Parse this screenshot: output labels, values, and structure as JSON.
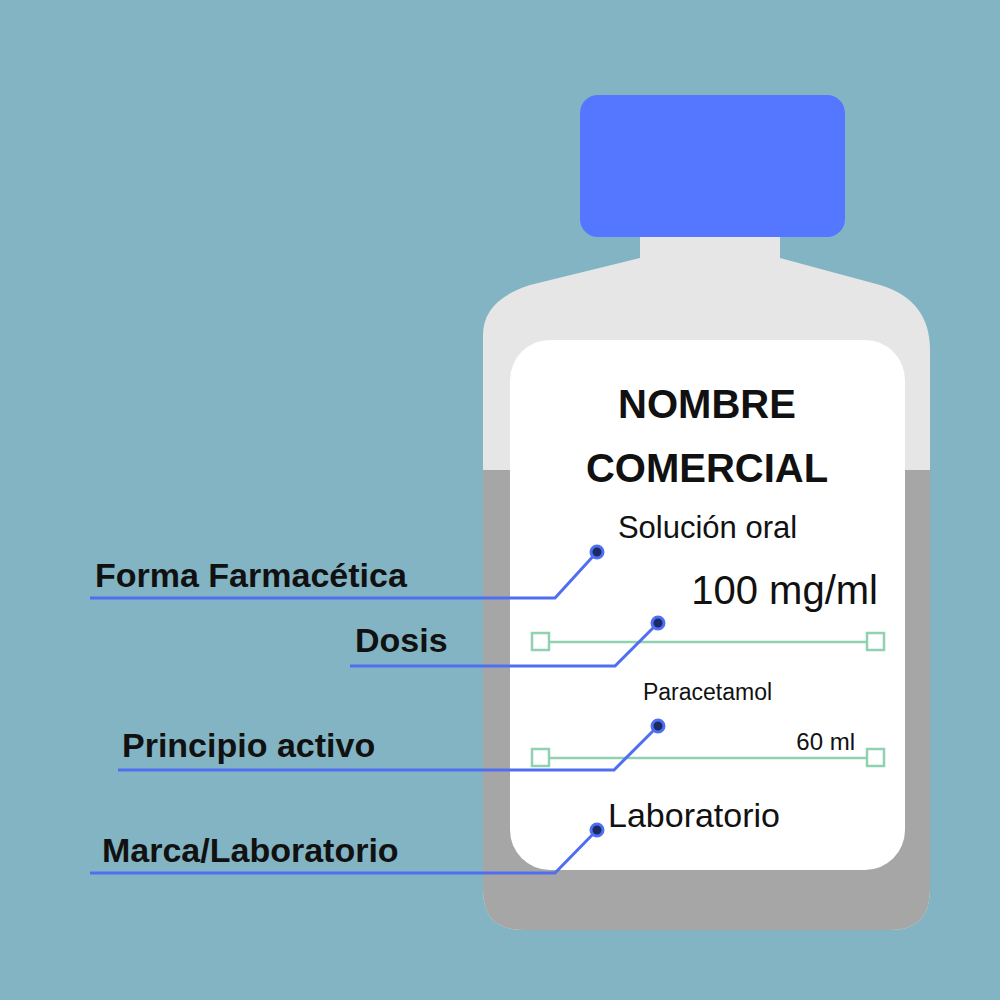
{
  "diagram": {
    "nodes": [
      {
        "text": [
          "NOMBRE COMERCIAL",
          "Solución oral",
          "100 mg/ml",
          "Paracetamol",
          "60 ml",
          "Laboratorio"
        ]
      }
    ],
    "labels": [
      "Forma Farmacética",
      "Dosis",
      "Principio activo",
      "Marca/Laboratorio"
    ]
  }
}
